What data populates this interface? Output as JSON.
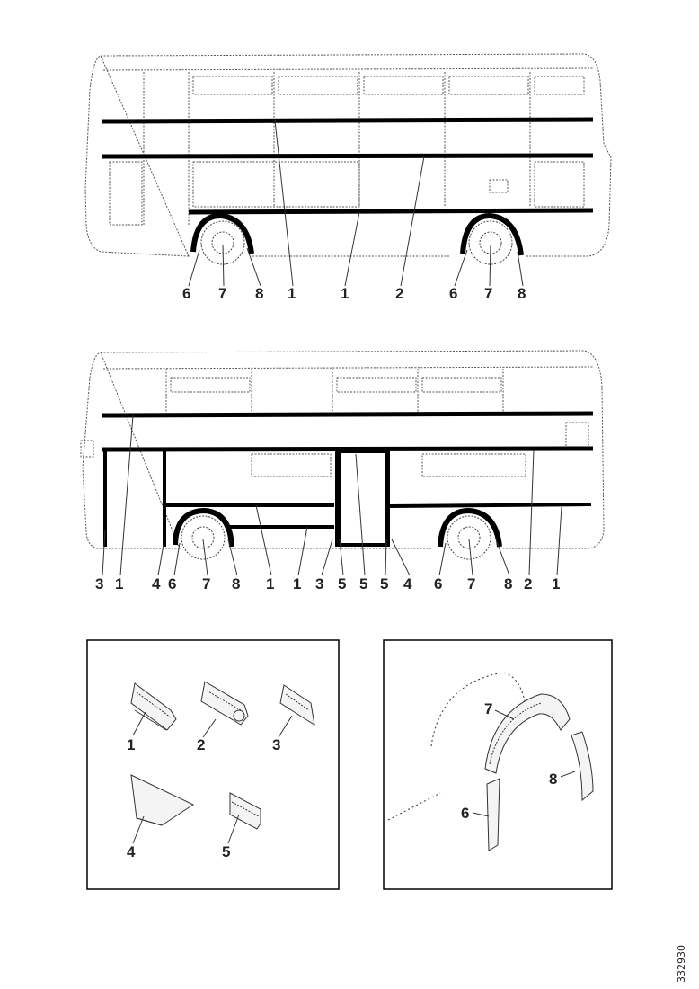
{
  "figure_id": "332930",
  "top_view": {
    "callouts": [
      "6",
      "7",
      "8",
      "1",
      "1",
      "2",
      "6",
      "7",
      "8"
    ]
  },
  "middle_view": {
    "callouts": [
      "3",
      "1",
      "4",
      "6",
      "7",
      "8",
      "1",
      "1",
      "3",
      "5",
      "5",
      "5",
      "4",
      "6",
      "7",
      "8",
      "2",
      "1"
    ]
  },
  "profiles_panel": {
    "labels": [
      "1",
      "2",
      "3",
      "4",
      "5"
    ]
  },
  "wheel_arch_panel": {
    "labels": [
      "7",
      "8",
      "6"
    ]
  }
}
